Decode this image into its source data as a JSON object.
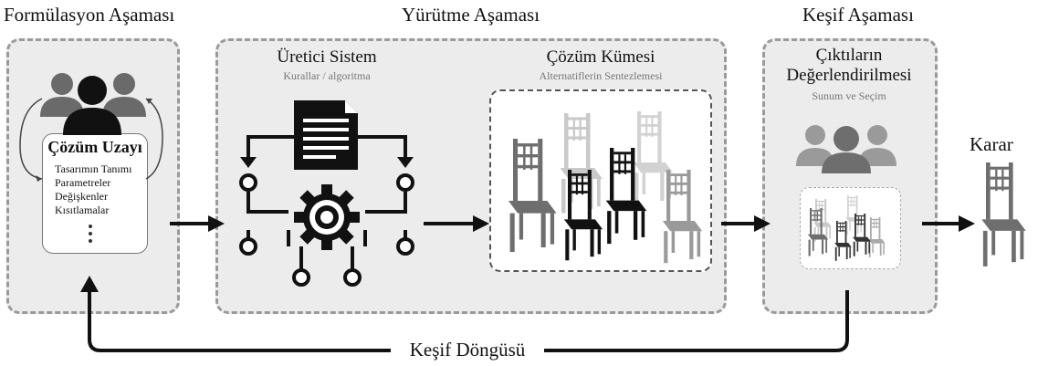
{
  "stages": {
    "formulation": "Formülasyon Aşaması",
    "execution": "Yürütme Aşaması",
    "discovery": "Keşif Aşaması"
  },
  "solution_space": {
    "title": "Çözüm Uzayı",
    "items": [
      "Tasarımın Tanımı",
      "Parametreler",
      "Değişkenler",
      "Kısıtlamalar"
    ]
  },
  "generative_system": {
    "title": "Üretici Sistem",
    "subtitle": "Kurallar / algoritma"
  },
  "solution_set": {
    "title": "Çözüm Kümesi",
    "subtitle": "Alternatiflerin Sentezlemesi"
  },
  "evaluation": {
    "title_line1": "Çıktıların",
    "title_line2": "Değerlendirilmesi",
    "subtitle": "Sunum ve Seçim"
  },
  "decision": "Karar",
  "loop": "Keşif Döngüsü"
}
